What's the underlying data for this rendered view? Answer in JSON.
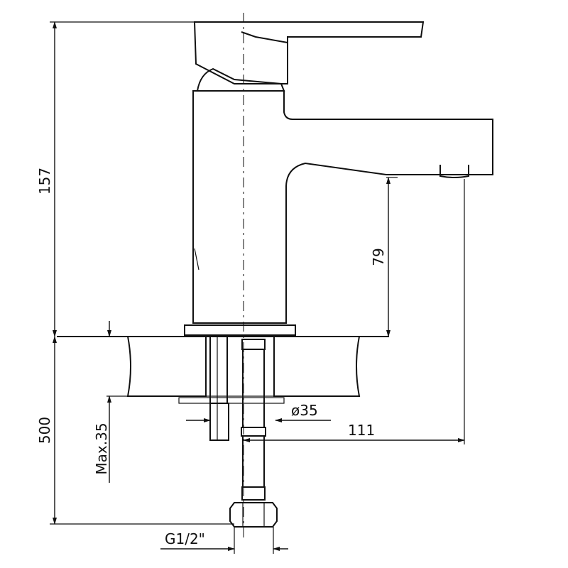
{
  "diagram": {
    "dimensions": {
      "overall_height": "157",
      "spout_clearance": "79",
      "below_deck_length": "500",
      "max_deck_thickness": "Max.35",
      "hole_diameter": "ø35",
      "spout_reach": "111",
      "connection_thread": "G1/2\""
    }
  }
}
